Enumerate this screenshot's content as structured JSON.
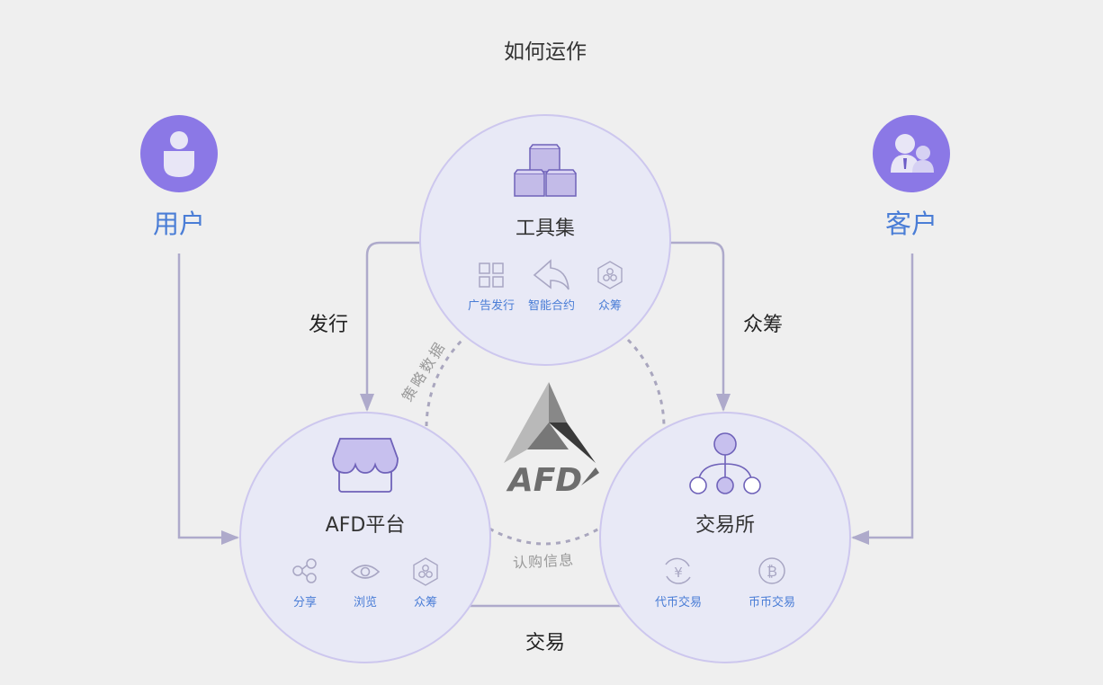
{
  "title": "如何运作",
  "actors": {
    "user": {
      "label": "用户",
      "icon": "user-icon"
    },
    "client": {
      "label": "客户",
      "icon": "clients-icon"
    }
  },
  "flows": {
    "issue": "发行",
    "crowdfund": "众筹",
    "trade": "交易"
  },
  "ring_labels": {
    "strategy_data": "策略数据",
    "subscription_info": "认购信息"
  },
  "logo": {
    "text": "AFD"
  },
  "hubs": {
    "toolset": {
      "title": "工具集",
      "icon": "boxes-icon",
      "features": [
        {
          "label": "广告发行",
          "icon": "grid-icon"
        },
        {
          "label": "智能合约",
          "icon": "reply-arrow-icon"
        },
        {
          "label": "众筹",
          "icon": "hexagon-circles-icon"
        }
      ]
    },
    "platform": {
      "title": "AFD平台",
      "icon": "storefront-icon",
      "features": [
        {
          "label": "分享",
          "icon": "share-icon"
        },
        {
          "label": "浏览",
          "icon": "eye-icon"
        },
        {
          "label": "众筹",
          "icon": "hexagon-circles-icon"
        }
      ]
    },
    "exchange": {
      "title": "交易所",
      "icon": "network-nodes-icon",
      "features": [
        {
          "label": "代币交易",
          "icon": "yen-coin-icon"
        },
        {
          "label": "币币交易",
          "icon": "bitcoin-icon"
        }
      ]
    }
  },
  "colors": {
    "accent": "#8b78e6",
    "label_blue": "#4a7dd6",
    "circle_fill": "#e8e9f6",
    "circle_stroke": "#cdc7ee",
    "connector": "#aeaacb",
    "dash": "#a9a6be"
  }
}
